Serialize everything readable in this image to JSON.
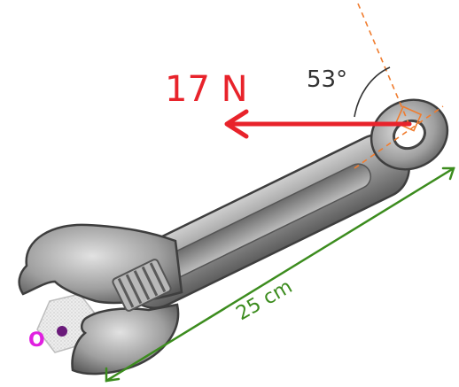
{
  "diagram": {
    "force_label": "17 N",
    "angle_label": "53°",
    "length_label": "25 cm",
    "pivot_label": "O",
    "colors": {
      "force": "#e8232b",
      "length": "#3c8c1e",
      "guides": "#f07c2e",
      "angle_text": "#333333",
      "pivot": "#e020e0",
      "wrench_dark": "#4a4a4a",
      "wrench_mid": "#8e8e8e",
      "wrench_light": "#d6d6d6",
      "nut": "#e6e6e6"
    }
  }
}
